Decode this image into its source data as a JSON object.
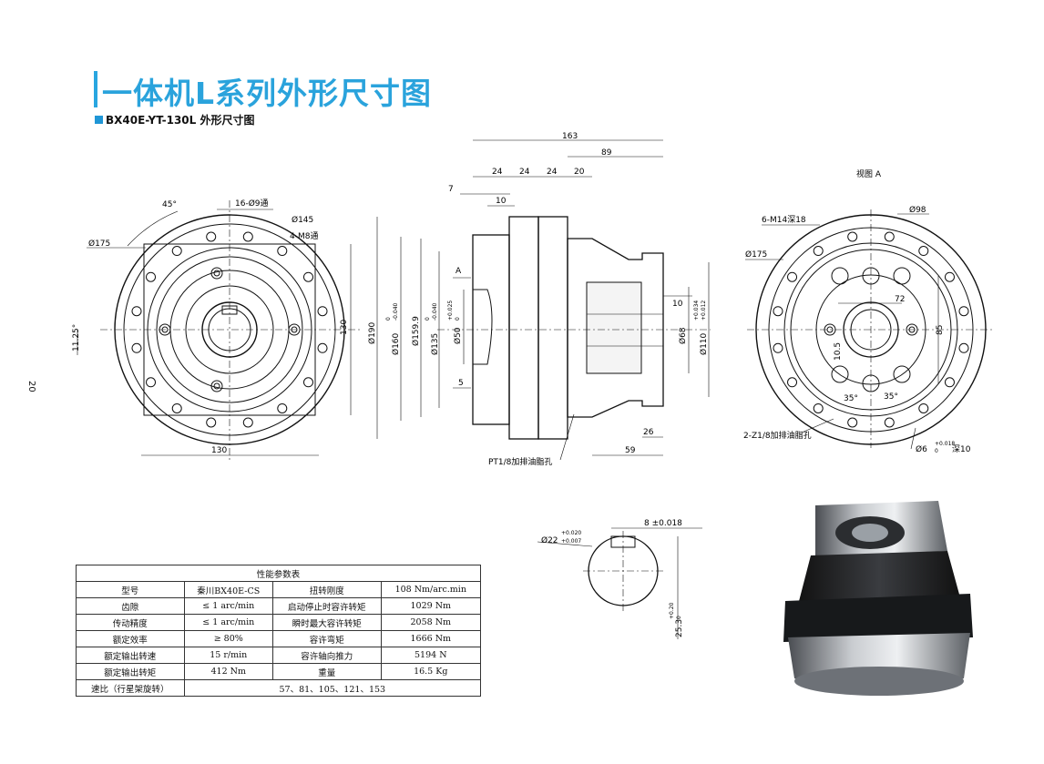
{
  "header": {
    "title": "一体机L系列外形尺寸图",
    "subtitle": "BX40E-YT-130L  外形尺寸图",
    "page_number": "20"
  },
  "front_view": {
    "dims": [
      "45°",
      "16-Ø9通",
      "Ø145",
      "4-M8通",
      "Ø175",
      "11.25°",
      "130",
      "130"
    ]
  },
  "side_view": {
    "top_dims": [
      "163",
      "89",
      "24",
      "24",
      "24",
      "20",
      "7",
      "10"
    ],
    "left_dims": [
      "Ø190",
      "Ø160",
      "0",
      "-0.040",
      "Ø159.9",
      "Ø135",
      "0",
      "-0.040",
      "Ø50",
      "+0.025",
      "0"
    ],
    "left_small": [
      "5",
      "A"
    ],
    "right_dims": [
      "10",
      "Ø68",
      "Ø110",
      "+0.034",
      "+0.012"
    ],
    "bottom_dims": [
      "26",
      "59"
    ],
    "note": "PT1/8加排油脂孔"
  },
  "view_a": {
    "title": "视图 A",
    "dims": [
      "6-M14深18",
      "Ø98",
      "Ø175",
      "72",
      "85",
      "10.5",
      "35°",
      "35°"
    ],
    "note_left": "2-Z1/8加排油脂孔",
    "note_right": "Ø6",
    "note_right_tol_top": "+0.018",
    "note_right_tol_bottom": "0",
    "note_right_depth": "深10"
  },
  "shaft_detail": {
    "dia": "Ø22",
    "dia_tol_top": "+0.020",
    "dia_tol_bottom": "+0.007",
    "key_width": "8 ±0.018",
    "height": "25.3",
    "height_tol_top": "+0.20",
    "height_tol_bottom": "0"
  },
  "table": {
    "title": "性能参数表",
    "rows": [
      [
        "型号",
        "秦川BX40E-CS",
        "扭转刚度",
        "108 Nm/arc.min"
      ],
      [
        "齿隙",
        "≤ 1 arc/min",
        "启动停止时容许转矩",
        "1029 Nm"
      ],
      [
        "传动精度",
        "≤ 1 arc/min",
        "瞬时最大容许转矩",
        "2058 Nm"
      ],
      [
        "额定效率",
        "≥ 80%",
        "容许弯矩",
        "1666 Nm"
      ],
      [
        "额定输出转速",
        "15 r/min",
        "容许轴向推力",
        "5194 N"
      ],
      [
        "额定输出转矩",
        "412 Nm",
        "重量",
        "16.5 Kg"
      ]
    ],
    "last_row": {
      "label": "速比（行星架旋转）",
      "value": "57、81、105、121、153"
    }
  },
  "colors": {
    "accent": "#2aa3dc",
    "photo_metal": "#9aa0a6"
  }
}
